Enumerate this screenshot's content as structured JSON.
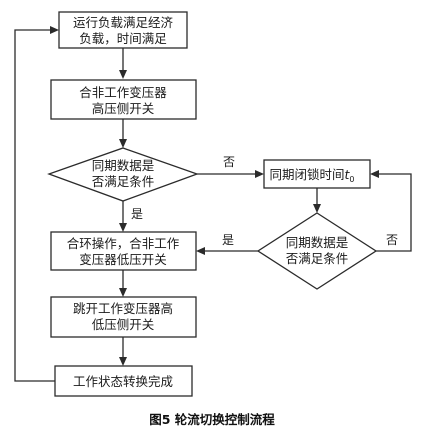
{
  "flowchart": {
    "start": {
      "line1": "运行负载满足经济",
      "line2": "负载，时间满足"
    },
    "close_hv": {
      "line1": "合非工作变压器",
      "line2": "高压侧开关"
    },
    "sync_check_1": {
      "line1": "同期数据是",
      "line2": "否满足条件"
    },
    "loop_close": {
      "line1": "合环操作，合非工作",
      "line2": "变压器低压开关"
    },
    "trip_hv": {
      "line1": "跳开工作变压器高",
      "line2": "低压侧开关"
    },
    "done": {
      "label": "工作状态转换完成"
    },
    "sync_lock": {
      "label": "同期闭锁时间",
      "subscript_var": "t",
      "subscript": "0"
    },
    "sync_check_2": {
      "line1": "同期数据是",
      "line2": "否满足条件"
    },
    "edge_labels": {
      "yes_down": "是",
      "no_right": "否",
      "yes_left": "是",
      "no_up": "否"
    }
  },
  "caption": "图5  轮流切换控制流程"
}
